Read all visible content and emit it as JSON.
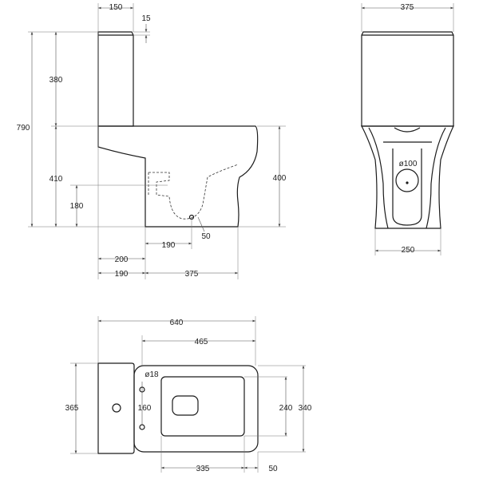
{
  "dimensions": {
    "side": {
      "tank_depth": "150",
      "lid_height": "15",
      "tank_height": "380",
      "total_height": "790",
      "bowl_height": "410",
      "outlet_height": "180",
      "front_height": "400",
      "outlet_offset": "190",
      "outlet_dia": "50",
      "wall_to_outlet": "200",
      "wall_to_bowl": "190",
      "bowl_depth": "375"
    },
    "front": {
      "tank_width": "375",
      "outlet_dia": "ø100",
      "base_width": "250"
    },
    "top": {
      "total_length": "640",
      "seat_length": "465",
      "tank_width": "365",
      "hole_dia": "ø18",
      "hole_spacing": "160",
      "seat_width_inner": "240",
      "seat_width": "340",
      "seat_inner_length": "335",
      "front_offset": "50"
    }
  }
}
